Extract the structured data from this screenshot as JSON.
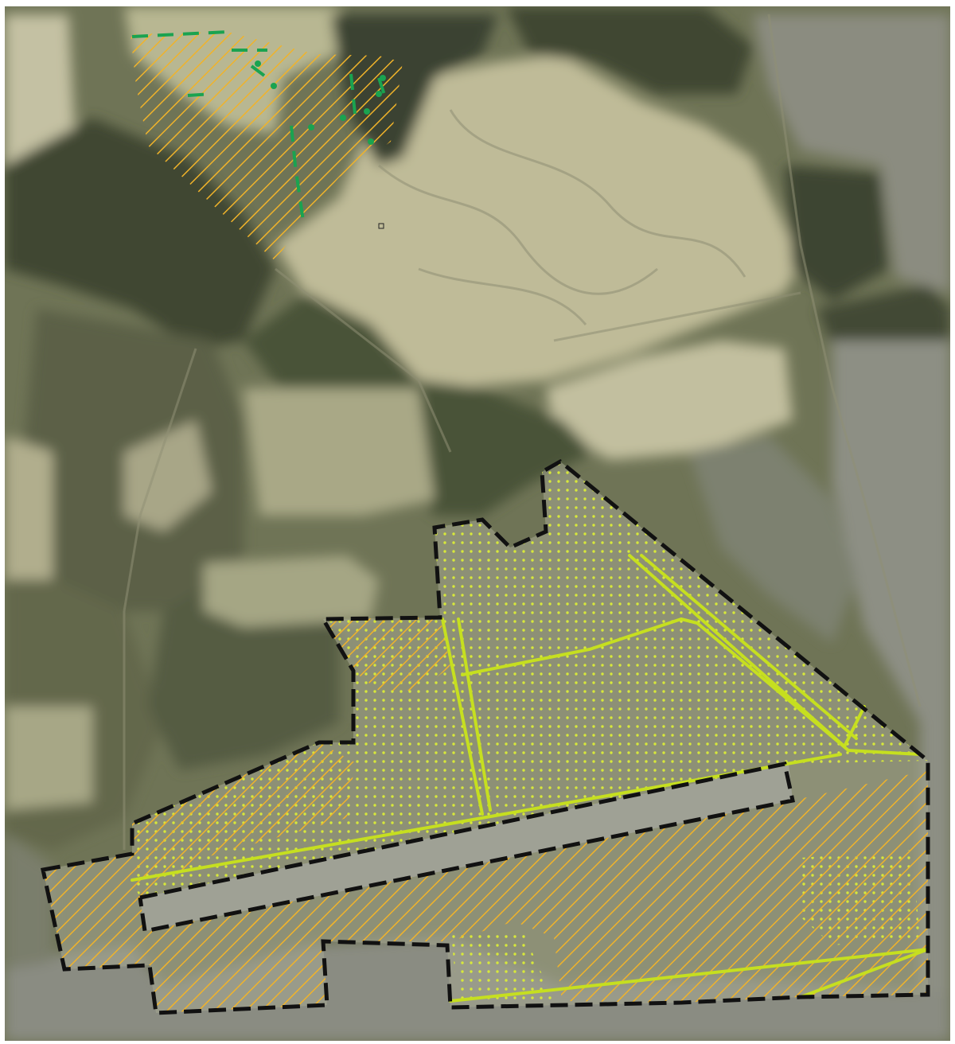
{
  "map": {
    "kind": "aerial-photo-with-planning-overlay",
    "text_labels": [],
    "colors": {
      "field_light": "#b7b493",
      "field_pale": "#c9c6a8",
      "forest_dark": "#3d4533",
      "forest_mid": "#57603f",
      "settlement": "#8f8f86",
      "runway": "#9a9b9e",
      "boundary_black": "#111111",
      "hatch_orange": "#f0b32a",
      "dots_yellow": "#d7e83a",
      "line_lime": "#c6df1f",
      "dash_green": "#1aa350"
    },
    "legend_patterns": [
      "orange-diagonal-hatch-zone",
      "yellow-dot-pattern-zone",
      "black-dashed-boundary",
      "lime-solid-road-line",
      "green-dashed-line"
    ]
  }
}
